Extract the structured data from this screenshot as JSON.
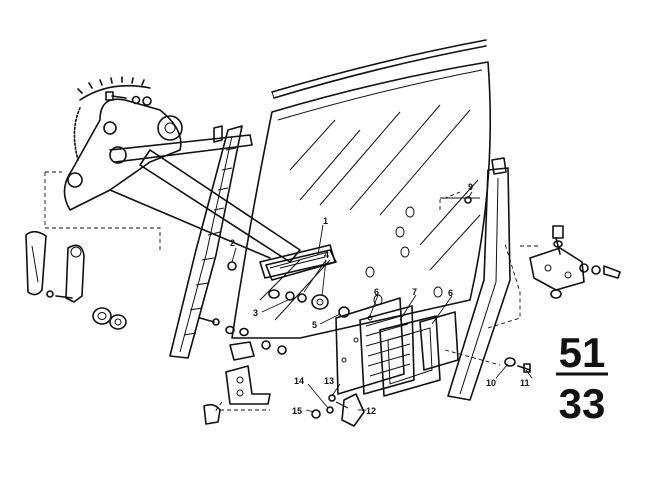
{
  "callouts": {
    "c1": "1",
    "c2": "2",
    "c3": "3",
    "c4": "4",
    "c5": "5",
    "c6a": "6",
    "c7": "7",
    "c6b": "6",
    "c9": "9",
    "c10": "10",
    "c11": "11",
    "c12": "12",
    "c13": "13",
    "c14": "14",
    "c15": "15"
  },
  "group_number": {
    "main": "51",
    "sub": "33"
  },
  "colors": {
    "ink": "#111111",
    "paper": "#ffffff"
  }
}
